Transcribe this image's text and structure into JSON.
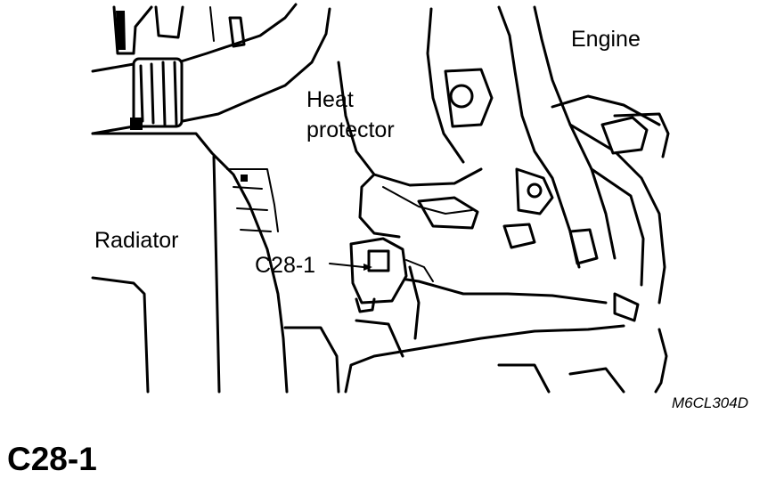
{
  "labels": {
    "engine": "Engine",
    "heat_protector_line1": "Heat",
    "heat_protector_line2": "protector",
    "radiator": "Radiator",
    "connector": "C28-1",
    "figure_code": "M6CL304D"
  },
  "caption": "C28-1",
  "colors": {
    "ink": "#000000",
    "background": "#ffffff"
  }
}
